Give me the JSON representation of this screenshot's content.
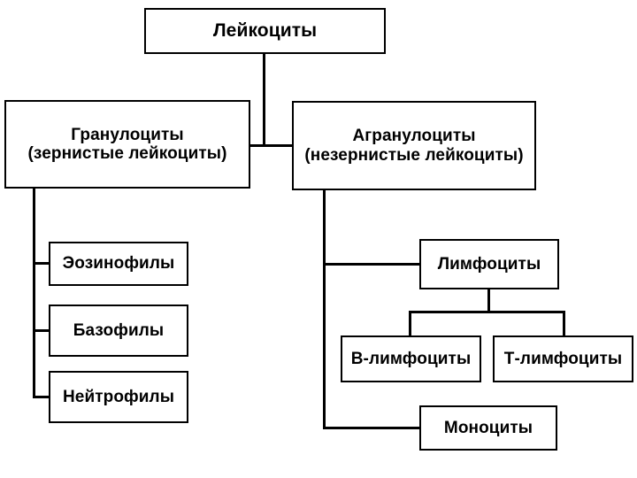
{
  "diagram": {
    "title": "Лейкоциты",
    "colors": {
      "background": "#ffffff",
      "box_fill": "#ffffff",
      "box_border": "#000000",
      "connector": "#000000",
      "text": "#000000"
    },
    "nodes": {
      "leukocytes": {
        "label": "Лейкоциты"
      },
      "granulocytes": {
        "label_line1": "Гранулоциты",
        "label_line2": "(зернистые лейкоциты)"
      },
      "agranulocytes": {
        "label_line1": "Агранулоциты",
        "label_line2": "(незернистые лейкоциты)"
      },
      "eosinophils": {
        "label": "Эозинофилы"
      },
      "basophils": {
        "label": "Базофилы"
      },
      "neutrophils": {
        "label": "Нейтрофилы"
      },
      "lymphocytes": {
        "label": "Лимфоциты"
      },
      "b_lymphocytes": {
        "label": "В-лимфоциты"
      },
      "t_lymphocytes": {
        "label": "Т-лимфоциты"
      },
      "monocytes": {
        "label": "Моноциты"
      }
    },
    "chart_data": {
      "type": "table",
      "title": "Лейкоциты",
      "hierarchy": [
        {
          "label": "Лейкоциты",
          "level": 0,
          "children": [
            {
              "label": "Гранулоциты (зернистые лейкоциты)",
              "level": 1,
              "children": [
                {
                  "label": "Эозинофилы",
                  "level": 2,
                  "children": []
                },
                {
                  "label": "Базофилы",
                  "level": 2,
                  "children": []
                },
                {
                  "label": "Нейтрофилы",
                  "level": 2,
                  "children": []
                }
              ]
            },
            {
              "label": "Агранулоциты (незернистые лейкоциты)",
              "level": 1,
              "children": [
                {
                  "label": "Лимфоциты",
                  "level": 2,
                  "children": [
                    {
                      "label": "В-лимфоциты",
                      "level": 3,
                      "children": []
                    },
                    {
                      "label": "Т-лимфоциты",
                      "level": 3,
                      "children": []
                    }
                  ]
                },
                {
                  "label": "Моноциты",
                  "level": 2,
                  "children": []
                }
              ]
            }
          ]
        }
      ]
    }
  }
}
